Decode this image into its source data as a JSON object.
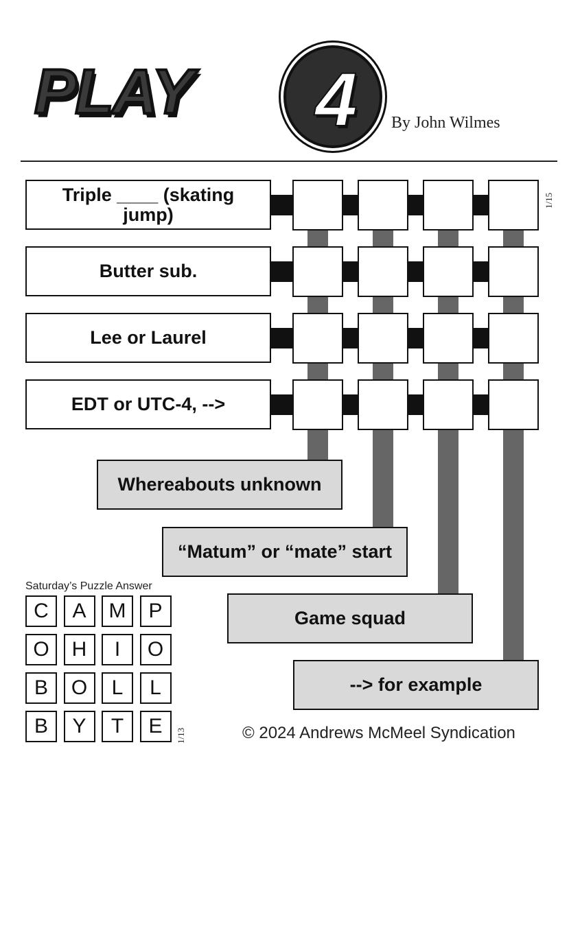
{
  "header": {
    "logo_text": "PLAY",
    "logo_number": "4",
    "byline": "By John Wilmes"
  },
  "across_clues": [
    "Triple ____ (skating jump)",
    "Butter sub.",
    "Lee or Laurel",
    "EDT or UTC-4, -->"
  ],
  "down_clues": [
    "Whereabouts unknown",
    "“Matum” or “mate” start",
    "Game squad",
    "--> for example"
  ],
  "puzzle_date": "1/15",
  "previous_answer": {
    "label": "Saturday’s Puzzle Answer",
    "rows": [
      [
        "C",
        "A",
        "M",
        "P"
      ],
      [
        "O",
        "H",
        "I",
        "O"
      ],
      [
        "B",
        "O",
        "L",
        "L"
      ],
      [
        "B",
        "Y",
        "T",
        "E"
      ]
    ],
    "date": "1/13"
  },
  "copyright": "© 2024 Andrews McMeel Syndication"
}
